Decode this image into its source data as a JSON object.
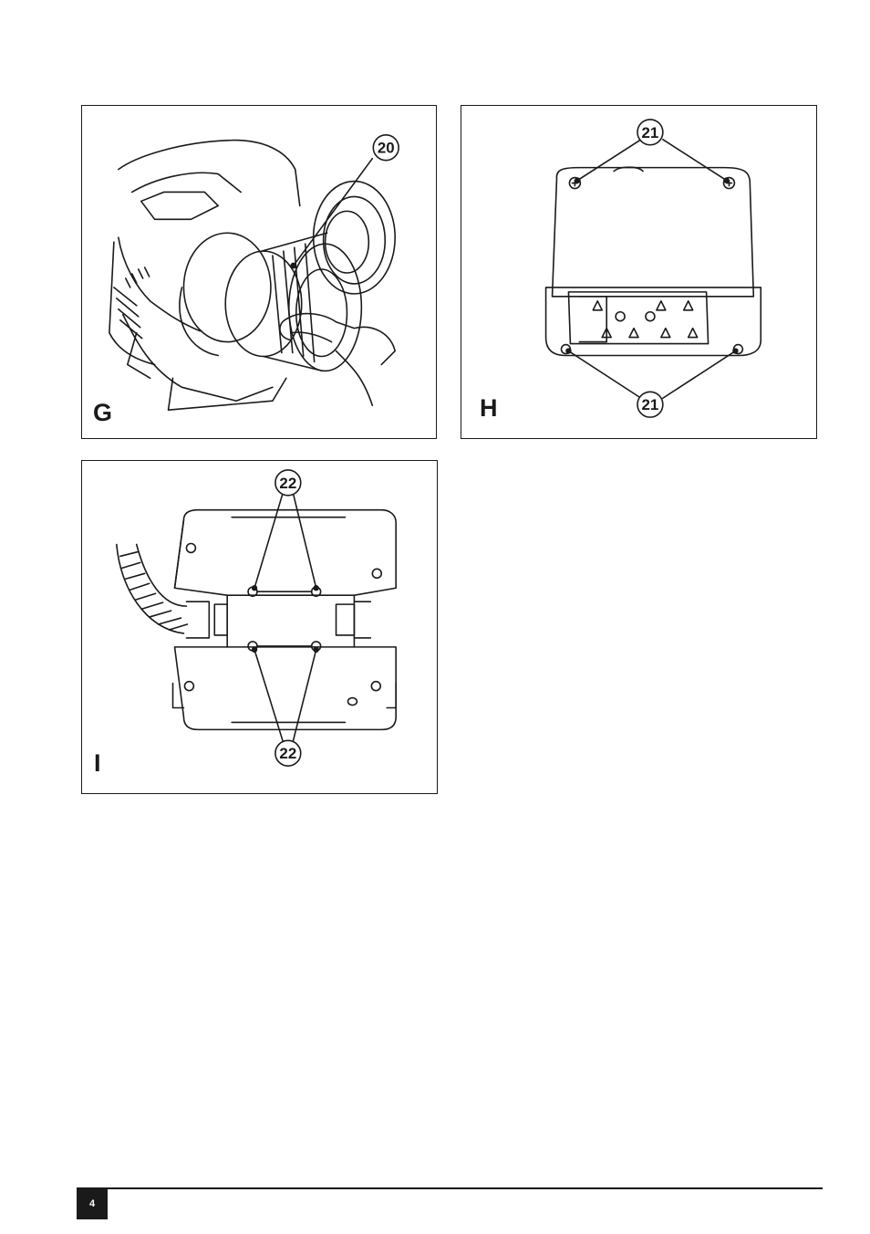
{
  "figures": [
    {
      "letter": "G",
      "callouts": [
        "20"
      ]
    },
    {
      "letter": "H",
      "callouts": [
        "21",
        "21"
      ]
    },
    {
      "letter": "I",
      "callouts": [
        "22",
        "22"
      ]
    }
  ],
  "footer": {
    "page_number": "4"
  }
}
